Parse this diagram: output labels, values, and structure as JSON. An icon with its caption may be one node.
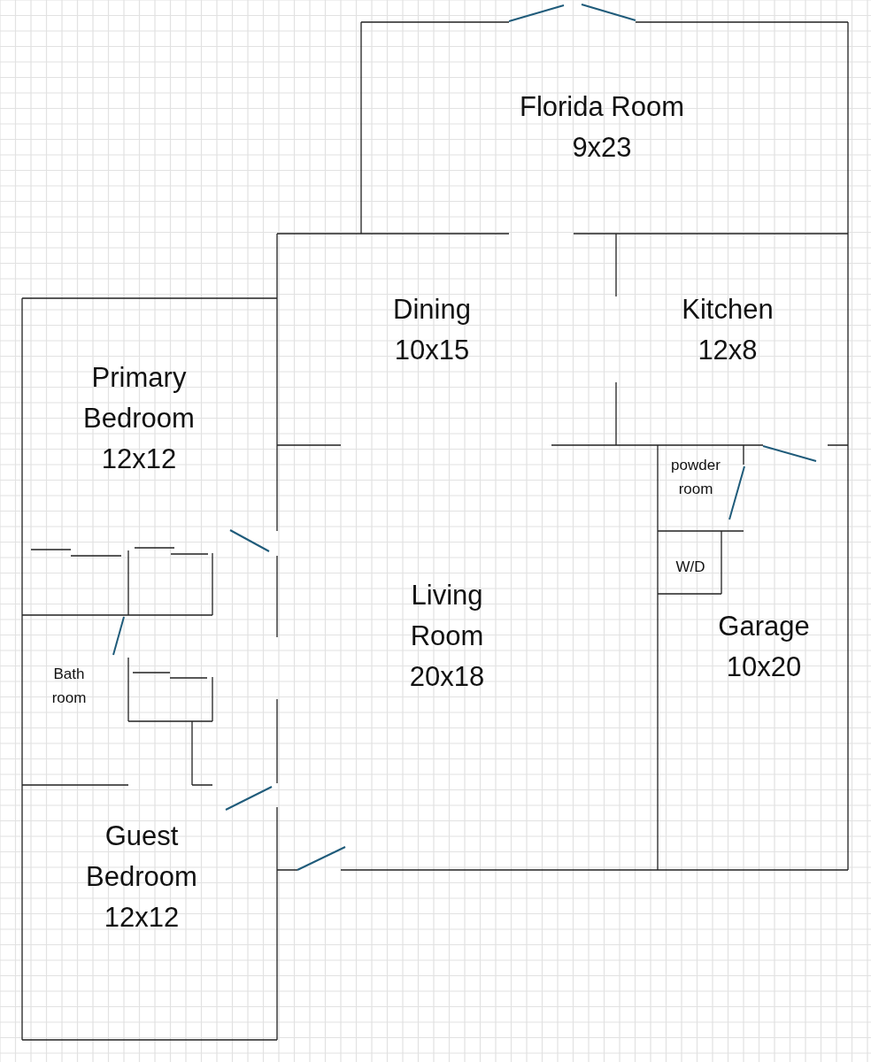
{
  "diagram": {
    "nodes": [
      {
        "text": [
          "Florida Room",
          "9x23"
        ]
      },
      {
        "text": [
          "Dining",
          "10x15"
        ]
      },
      {
        "text": [
          "Kitchen",
          "12x8"
        ]
      },
      {
        "text": [
          "Primary Bedroom",
          "12x12"
        ]
      },
      {
        "text": [
          "Living Room",
          "20x18"
        ]
      },
      {
        "text": [
          "Garage",
          "10x20"
        ]
      },
      {
        "text": [
          "powder room"
        ],
        "in": 5
      },
      {
        "text": [
          "W/D"
        ],
        "in": 5
      },
      {
        "text": [
          "Bath room"
        ]
      },
      {
        "text": [
          "Guest Bedroom",
          "12x12"
        ]
      }
    ]
  }
}
